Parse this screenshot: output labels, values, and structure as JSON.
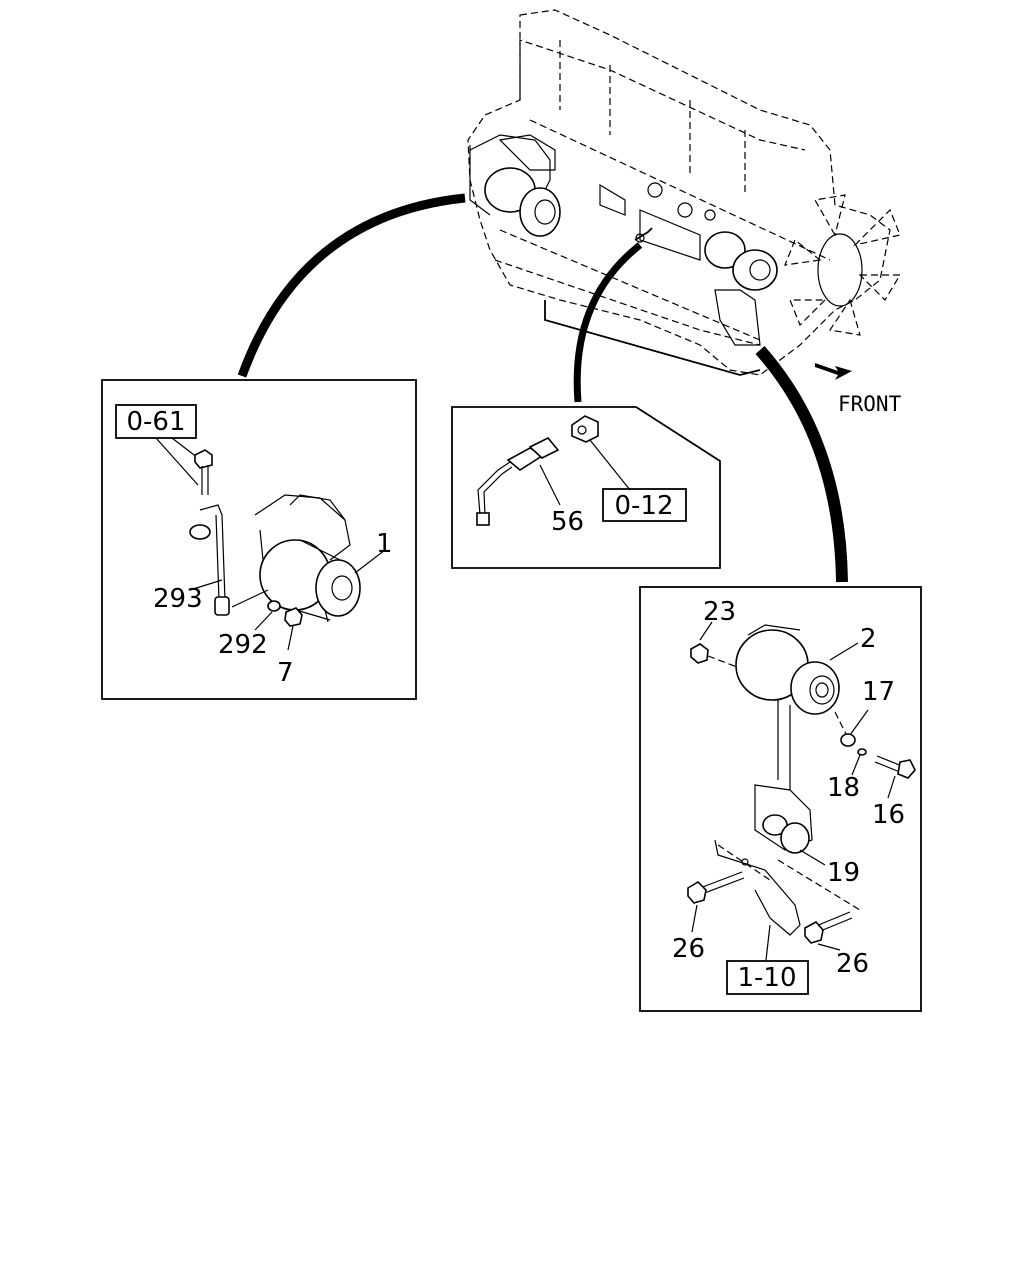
{
  "front_label": "FRONT",
  "detail_left": {
    "ref_box": "0-61",
    "callouts": {
      "starter": "1",
      "cable": "293",
      "washer": "292",
      "nut": "7"
    }
  },
  "detail_middle": {
    "ref_box": "0-12",
    "callouts": {
      "sensor": "56"
    }
  },
  "detail_right": {
    "ref_box": "1-10",
    "callouts": {
      "alternator": "2",
      "nut": "23",
      "washer_large": "17",
      "washer_small": "18",
      "bolt_upper": "16",
      "bracket_unit": "19",
      "bolt_left": "26",
      "bolt_right": "26"
    }
  }
}
